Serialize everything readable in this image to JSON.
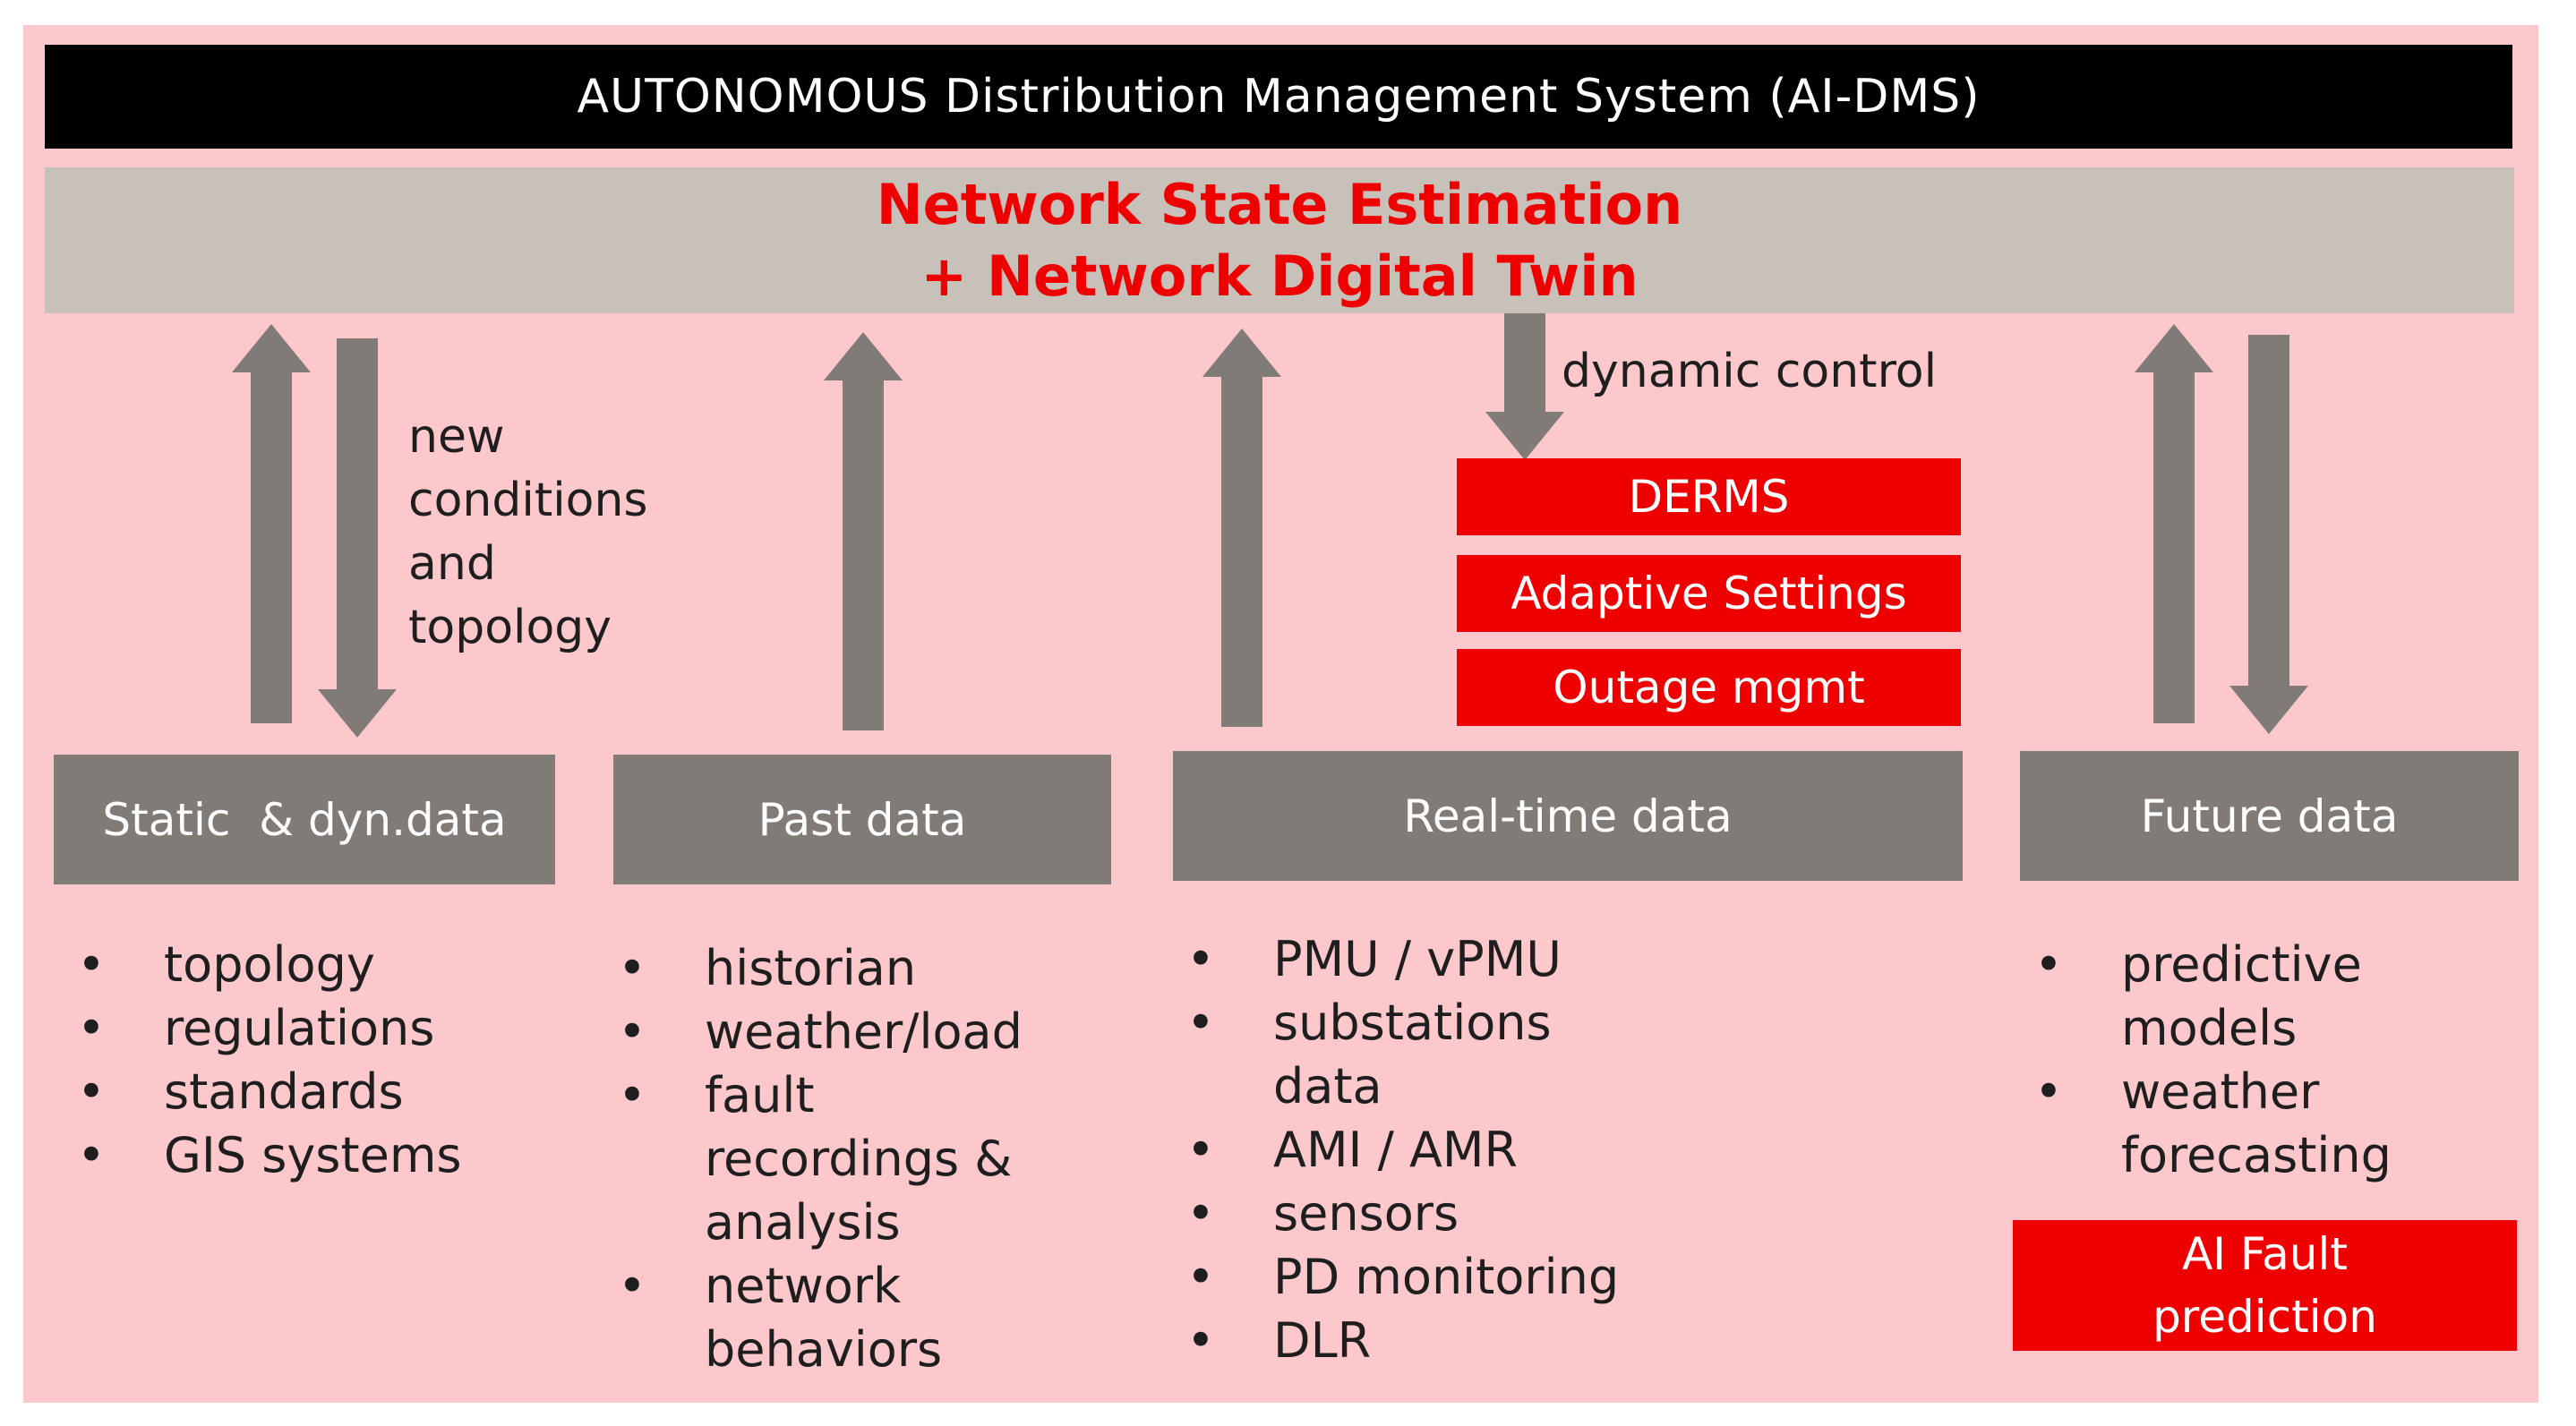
{
  "title": "AUTONOMOUS Distribution Management System (AI-DMS)",
  "estimation": {
    "line1": "Network State Estimation",
    "line2": "+ Network Digital Twin"
  },
  "annotations": {
    "new_conditions": [
      "new",
      "conditions",
      "and",
      "topology"
    ],
    "dynamic_control": "dynamic control"
  },
  "control_boxes": [
    "DERMS",
    "Adaptive Settings",
    "Outage mgmt"
  ],
  "columns": [
    {
      "header": "Static  & dyn.data",
      "items": [
        [
          "topology"
        ],
        [
          "regulations"
        ],
        [
          "standards"
        ],
        [
          "GIS systems"
        ]
      ]
    },
    {
      "header": "Past data",
      "items": [
        [
          "historian"
        ],
        [
          "weather/load"
        ],
        [
          "fault",
          "recordings &",
          "analysis"
        ],
        [
          "network",
          "behaviors"
        ]
      ]
    },
    {
      "header": "Real-time data",
      "items": [
        [
          "PMU / vPMU"
        ],
        [
          "substations",
          "data"
        ],
        [
          "AMI / AMR"
        ],
        [
          "sensors"
        ],
        [
          "PD monitoring"
        ],
        [
          "DLR"
        ]
      ]
    },
    {
      "header": "Future data",
      "items": [
        [
          "predictive",
          "models"
        ],
        [
          "weather",
          "forecasting"
        ]
      ]
    }
  ],
  "ai_fault": {
    "line1": "AI Fault",
    "line2": "prediction"
  },
  "bullet": "•",
  "colors": {
    "panel": "#fcc8cc",
    "topbar": "#000000",
    "estimation_bg": "#c8c1ba",
    "accent_red": "#ee0000",
    "grey": "#807b77"
  }
}
